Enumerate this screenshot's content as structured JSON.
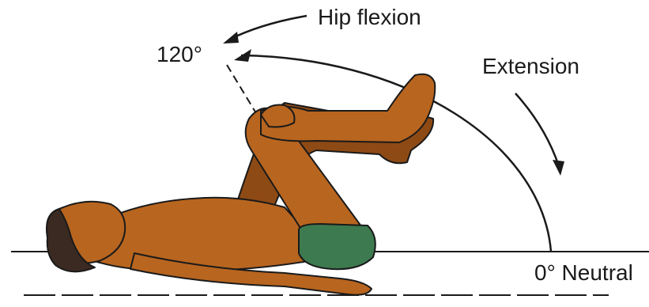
{
  "labels": {
    "hip_flexion": "Hip flexion",
    "angle_max": "120°",
    "extension": "Extension",
    "neutral": "0° Neutral"
  },
  "colors": {
    "skin": "#b8651f",
    "skin_shadow": "#8e4a14",
    "hair": "#3b2a22",
    "shorts": "#3d7a4f",
    "line": "#1a1a1a"
  },
  "figure": {
    "description_icon": "supine-hip-flexion-figure-icon"
  }
}
